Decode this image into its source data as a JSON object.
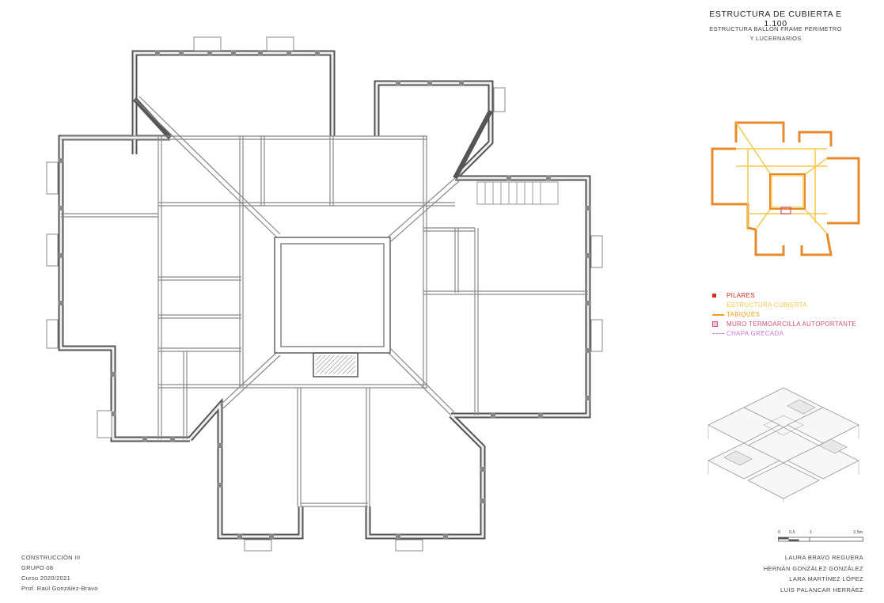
{
  "sheet": {
    "title": "ESTRUCTURA DE CUBIERTA E 1.100",
    "subtitle_line1": "ESTRUCTURA BALLON FRAME PERIMETRO",
    "subtitle_line2": "Y LUCERNARIOS"
  },
  "legend": [
    {
      "label": "PILARES",
      "color": "#d62a2a"
    },
    {
      "label": "ESTRUCTURA CUBIERTA",
      "color": "#f2c94c"
    },
    {
      "label": "TABIQUES",
      "color": "#f0a21e"
    },
    {
      "label": "MURO TERMOARCILLA AUTOPORTANTE",
      "color": "#d25080"
    },
    {
      "label": "CHAPA GRECADA",
      "color": "#c87ad6"
    }
  ],
  "scale_bar": {
    "labels": [
      "0",
      "0,5",
      "1",
      "2,5m"
    ]
  },
  "course": {
    "subject": "CONSTRUCCIÓN III",
    "group": "GRUPO 08",
    "year": "Curso 2020/2021",
    "professor": "Prof. Raúl González-Bravo"
  },
  "authors": [
    "LAURA BRAVO REGUERA",
    "HERNÁN GONZÁLEZ GONZÁLEZ",
    "LARA MARTÍNEZ LÓPEZ",
    "LUIS PALANCAR HERRÁEZ"
  ],
  "colors": {
    "wall": "#555555",
    "wall_fill": "#e6e6e6",
    "key_plan_orange": "#e8892c",
    "key_plan_yellow": "#f2c94c"
  }
}
